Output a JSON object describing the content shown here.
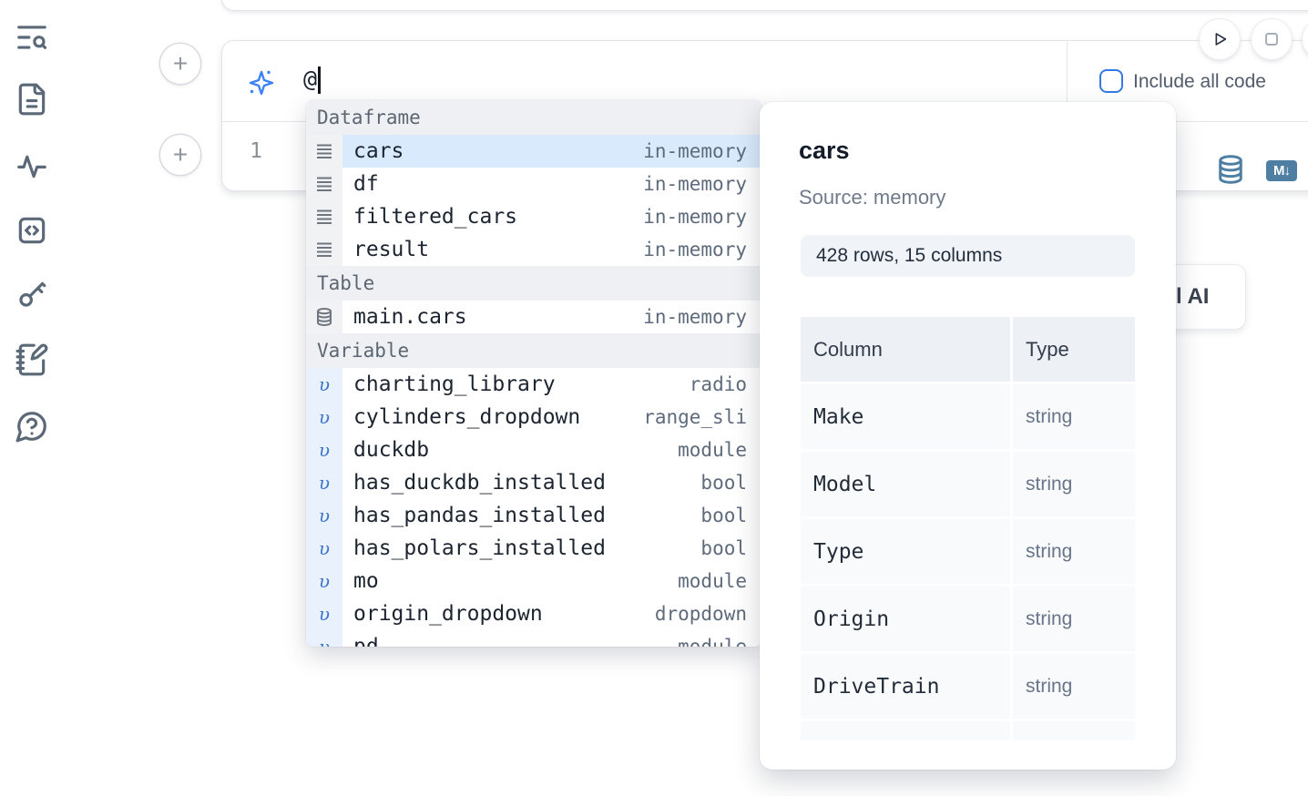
{
  "sidebar": {
    "icons": [
      {
        "name": "toc-search-icon"
      },
      {
        "name": "file-document-icon"
      },
      {
        "name": "activity-icon"
      },
      {
        "name": "code-snippets-icon"
      },
      {
        "name": "key-secrets-icon"
      },
      {
        "name": "notebook-scratchpad-icon"
      },
      {
        "name": "help-chat-icon"
      }
    ]
  },
  "ai_panel": {
    "prompt_value": "@",
    "include_all_code_label": "Include all code",
    "checkbox_checked": false,
    "sparkle_icon": "sparkle-ai-icon"
  },
  "cell": {
    "line_number": "1",
    "icons": [
      "database-icon",
      "markdown-export-icon"
    ],
    "markdown_badge": "M↓"
  },
  "completion": {
    "sections": [
      {
        "label": "Dataframe",
        "items": [
          {
            "name": "cars",
            "type": "in-memory",
            "icon": "dataframe-rows-icon",
            "selected": true
          },
          {
            "name": "df",
            "type": "in-memory",
            "icon": "dataframe-rows-icon"
          },
          {
            "name": "filtered_cars",
            "type": "in-memory",
            "icon": "dataframe-rows-icon"
          },
          {
            "name": "result",
            "type": "in-memory",
            "icon": "dataframe-rows-icon"
          }
        ]
      },
      {
        "label": "Table",
        "items": [
          {
            "name": "main.cars",
            "type": "in-memory",
            "icon": "database-icon"
          }
        ]
      },
      {
        "label": "Variable",
        "items": [
          {
            "name": "charting_library",
            "type": "radio",
            "icon": "variable-icon"
          },
          {
            "name": "cylinders_dropdown",
            "type": "range_sli",
            "icon": "variable-icon"
          },
          {
            "name": "duckdb",
            "type": "module",
            "icon": "variable-icon"
          },
          {
            "name": "has_duckdb_installed",
            "type": "bool",
            "icon": "variable-icon"
          },
          {
            "name": "has_pandas_installed",
            "type": "bool",
            "icon": "variable-icon"
          },
          {
            "name": "has_polars_installed",
            "type": "bool",
            "icon": "variable-icon"
          },
          {
            "name": "mo",
            "type": "module",
            "icon": "variable-icon"
          },
          {
            "name": "origin_dropdown",
            "type": "dropdown",
            "icon": "variable-icon"
          },
          {
            "name": "pd",
            "type": "module",
            "icon": "variable-icon",
            "partial": true
          }
        ]
      }
    ],
    "variable_glyph": "υ"
  },
  "preview": {
    "title": "cars",
    "source": "Source: memory",
    "shape_badge": "428 rows, 15 columns",
    "table": {
      "headers": [
        "Column",
        "Type"
      ],
      "rows": [
        [
          "Make",
          "string"
        ],
        [
          "Model",
          "string"
        ],
        [
          "Type",
          "string"
        ],
        [
          "Origin",
          "string"
        ],
        [
          "DriveTrain",
          "string"
        ],
        [
          "",
          ""
        ]
      ]
    }
  },
  "controls": {
    "run_button": "play",
    "stop_button": "stop",
    "ai_button_partial_label": "l AI",
    "plus_button": "+"
  },
  "colors": {
    "accent_blue": "#3b82f6",
    "steel_blue": "#4e7fa2",
    "selected_row": "#d9eafc",
    "section_header_bg": "#eef0f3",
    "variable_gutter_bg": "#e9f1fc",
    "panel_badge_bg": "#f0f4f8",
    "table_header_cell_bg": "#edf1f6",
    "table_body_cell_bg": "#f9fafb",
    "sidebar_icon": "#5b6878"
  }
}
